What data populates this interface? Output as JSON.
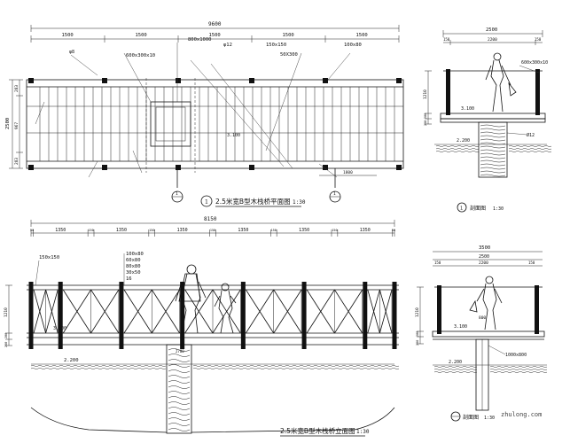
{
  "titles": {
    "plan": "2.5米宽B型木栈桥平面图",
    "plan_scale": "1:30",
    "plan_num": "1",
    "elev": "2.5米宽B型木栈桥立面图",
    "elev_scale": "1:30",
    "section_top": "剖面图",
    "section_top_scale": "1:30",
    "section_top_num": "1",
    "section_bot": "剖面图",
    "section_bot_scale": "1:30"
  },
  "dims": {
    "plan_total": "9600",
    "plan_seg": [
      "1500",
      "1500",
      "1500",
      "1500",
      "1500"
    ],
    "plan_left": [
      "283",
      "967",
      "283"
    ],
    "plan_height": "2500",
    "plan_bottom": "1800",
    "elev_total": "8150",
    "elev_seg": [
      "50",
      "1350",
      "150",
      "1350",
      "150",
      "1350",
      "150",
      "1350",
      "150",
      "1350",
      "150",
      "1350",
      "50"
    ],
    "sec_top_width": "2500",
    "sec_top_seg": [
      "150",
      "2200",
      "150"
    ],
    "sec_top_vert": [
      "1210",
      "200",
      "250"
    ],
    "sec_top_level": "3.100",
    "sec_top_water": "2.200",
    "sec_bot_width": "2500",
    "sec_bot_seg": [
      "150",
      "2200",
      "150"
    ],
    "sec_bot_top": "3500",
    "sec_bot_vert": [
      "1210",
      "200",
      "250"
    ],
    "sec_bot_level": "3.100",
    "sec_bot_water": "2.200",
    "sec_bot_800": "800",
    "elev_water": "2.200",
    "elev_level": "3.100",
    "elev_post": "2700",
    "elev_left_vert": [
      "1210",
      "200",
      "250"
    ]
  },
  "labels": {
    "plan_800x1000": "800x1000",
    "plan_600x300": "600x300x10",
    "plan_150x150": "150x150",
    "plan_50x300": "50X300",
    "plan_100x80": "100x80",
    "plan_phi12": "φ12",
    "plan_num_block": "3.100",
    "plan_phi_text": "φ8",
    "sec_top_600": "600x300x10",
    "sec_top_phi": "Ø12",
    "elev_150x150": "150x150",
    "elev_100x80": "100x80",
    "elev_60x80": "60x80",
    "elev_80x80": "80x80",
    "elev_30x50": "30x50",
    "elev_16": "16",
    "sec_bot_1000": "1000x800",
    "watermark": "zhulong.com"
  },
  "colors": {
    "ink": "#111111",
    "background": "#ffffff"
  }
}
